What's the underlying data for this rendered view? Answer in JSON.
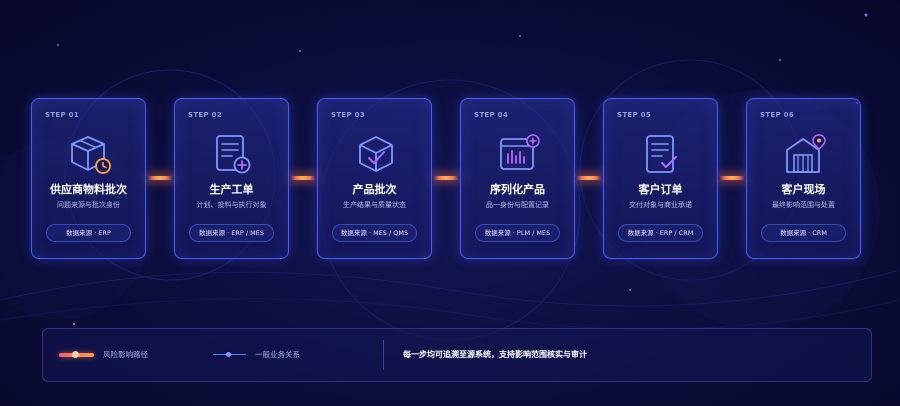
{
  "steps": [
    {
      "step": "STEP 01",
      "title": "供应商物料批次",
      "desc": "问题来源与批次身份",
      "source": "数据来源 · ERP",
      "icon": "box-clock-icon"
    },
    {
      "step": "STEP 02",
      "title": "生产工单",
      "desc": "计划、投料与执行对象",
      "source": "数据来源 · ERP / MES",
      "icon": "document-plus-icon"
    },
    {
      "step": "STEP 03",
      "title": "产品批次",
      "desc": "生产结果与质量状态",
      "source": "数据来源 · MES / QMS",
      "icon": "package-check-icon"
    },
    {
      "step": "STEP 04",
      "title": "序列化产品",
      "desc": "品一身份与配置记录",
      "source": "数据来源 · PLM / MES",
      "icon": "serial-barcode-icon"
    },
    {
      "step": "STEP 05",
      "title": "客户订单",
      "desc": "交付对象与商业承诺",
      "source": "数据来源 · ERP / CRM",
      "icon": "order-check-icon"
    },
    {
      "step": "STEP 06",
      "title": "客户现场",
      "desc": "最终影响范围与处置",
      "source": "数据来源 · CRM",
      "icon": "warehouse-pin-icon"
    }
  ],
  "legend": {
    "risk_label": "风险影响路径",
    "business_label": "一般业务关系",
    "note": "每一步均可追溯至源系统，支持影响范围核实与审计"
  },
  "colors": {
    "accent_blue": "#4a5cff",
    "risk_orange": "#ff7a4a",
    "icon_blue": "#7f98ff",
    "icon_purple": "#b46bff",
    "icon_orange": "#ffa24a"
  }
}
